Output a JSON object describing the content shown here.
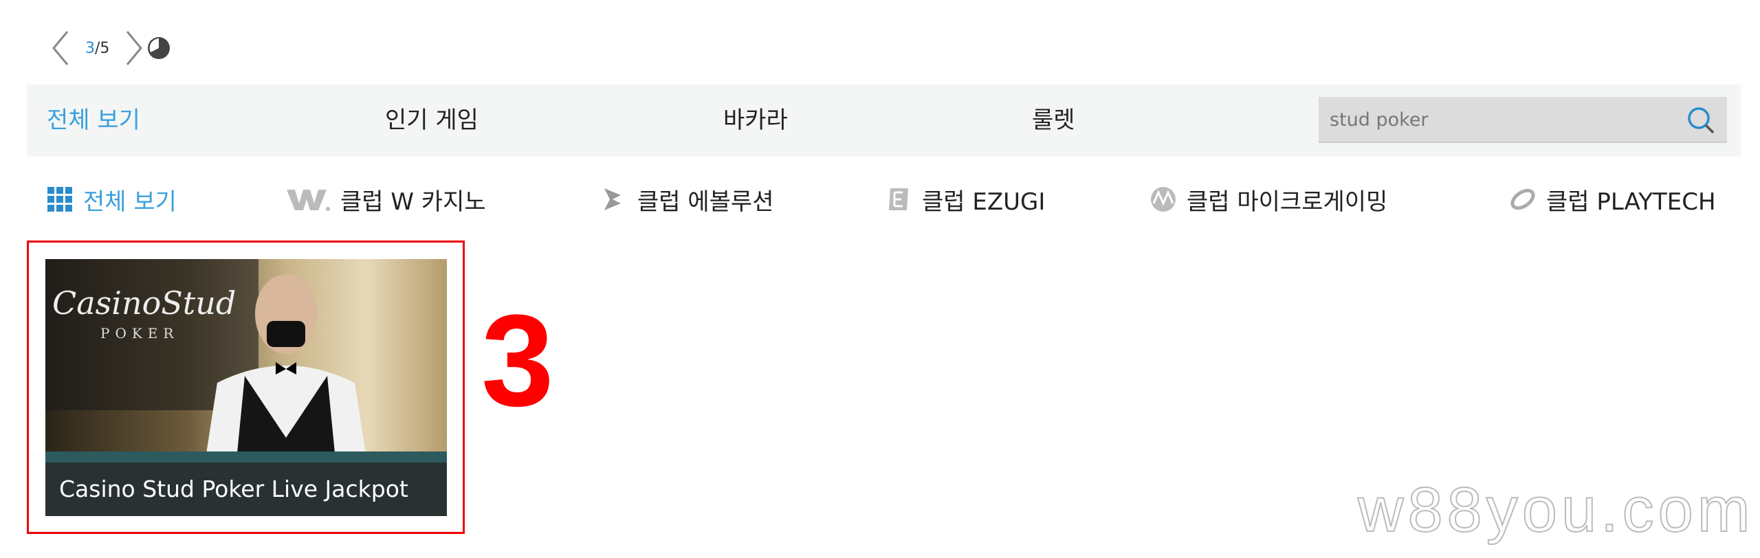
{
  "pager": {
    "current": "3",
    "separator": "/",
    "total": "5"
  },
  "nav": {
    "items": [
      {
        "label": "전체 보기",
        "active": true
      },
      {
        "label": "인기 게임"
      },
      {
        "label": "바카라"
      },
      {
        "label": "룰렛"
      }
    ],
    "search_value": "stud poker"
  },
  "providers": [
    {
      "label": "전체 보기",
      "icon": "grid-icon",
      "active": true
    },
    {
      "label": "클럽 W 카지노",
      "icon": "w-logo-icon"
    },
    {
      "label": "클럽 에볼루션",
      "icon": "evolution-logo-icon"
    },
    {
      "label": "클럽 EZUGI",
      "icon": "ezugi-logo-icon"
    },
    {
      "label": "클럽 마이크로게이밍",
      "icon": "microgaming-logo-icon"
    },
    {
      "label": "클럽 PLAYTECH",
      "icon": "playtech-logo-icon"
    }
  ],
  "game": {
    "title": "Casino Stud Poker Live Jackpot",
    "image_logo_text": "CasinoStud POKER"
  },
  "annotation": "3",
  "watermark": "w88you.com",
  "colors": {
    "accent": "#3aa0dc",
    "highlight": "#ee0000"
  }
}
